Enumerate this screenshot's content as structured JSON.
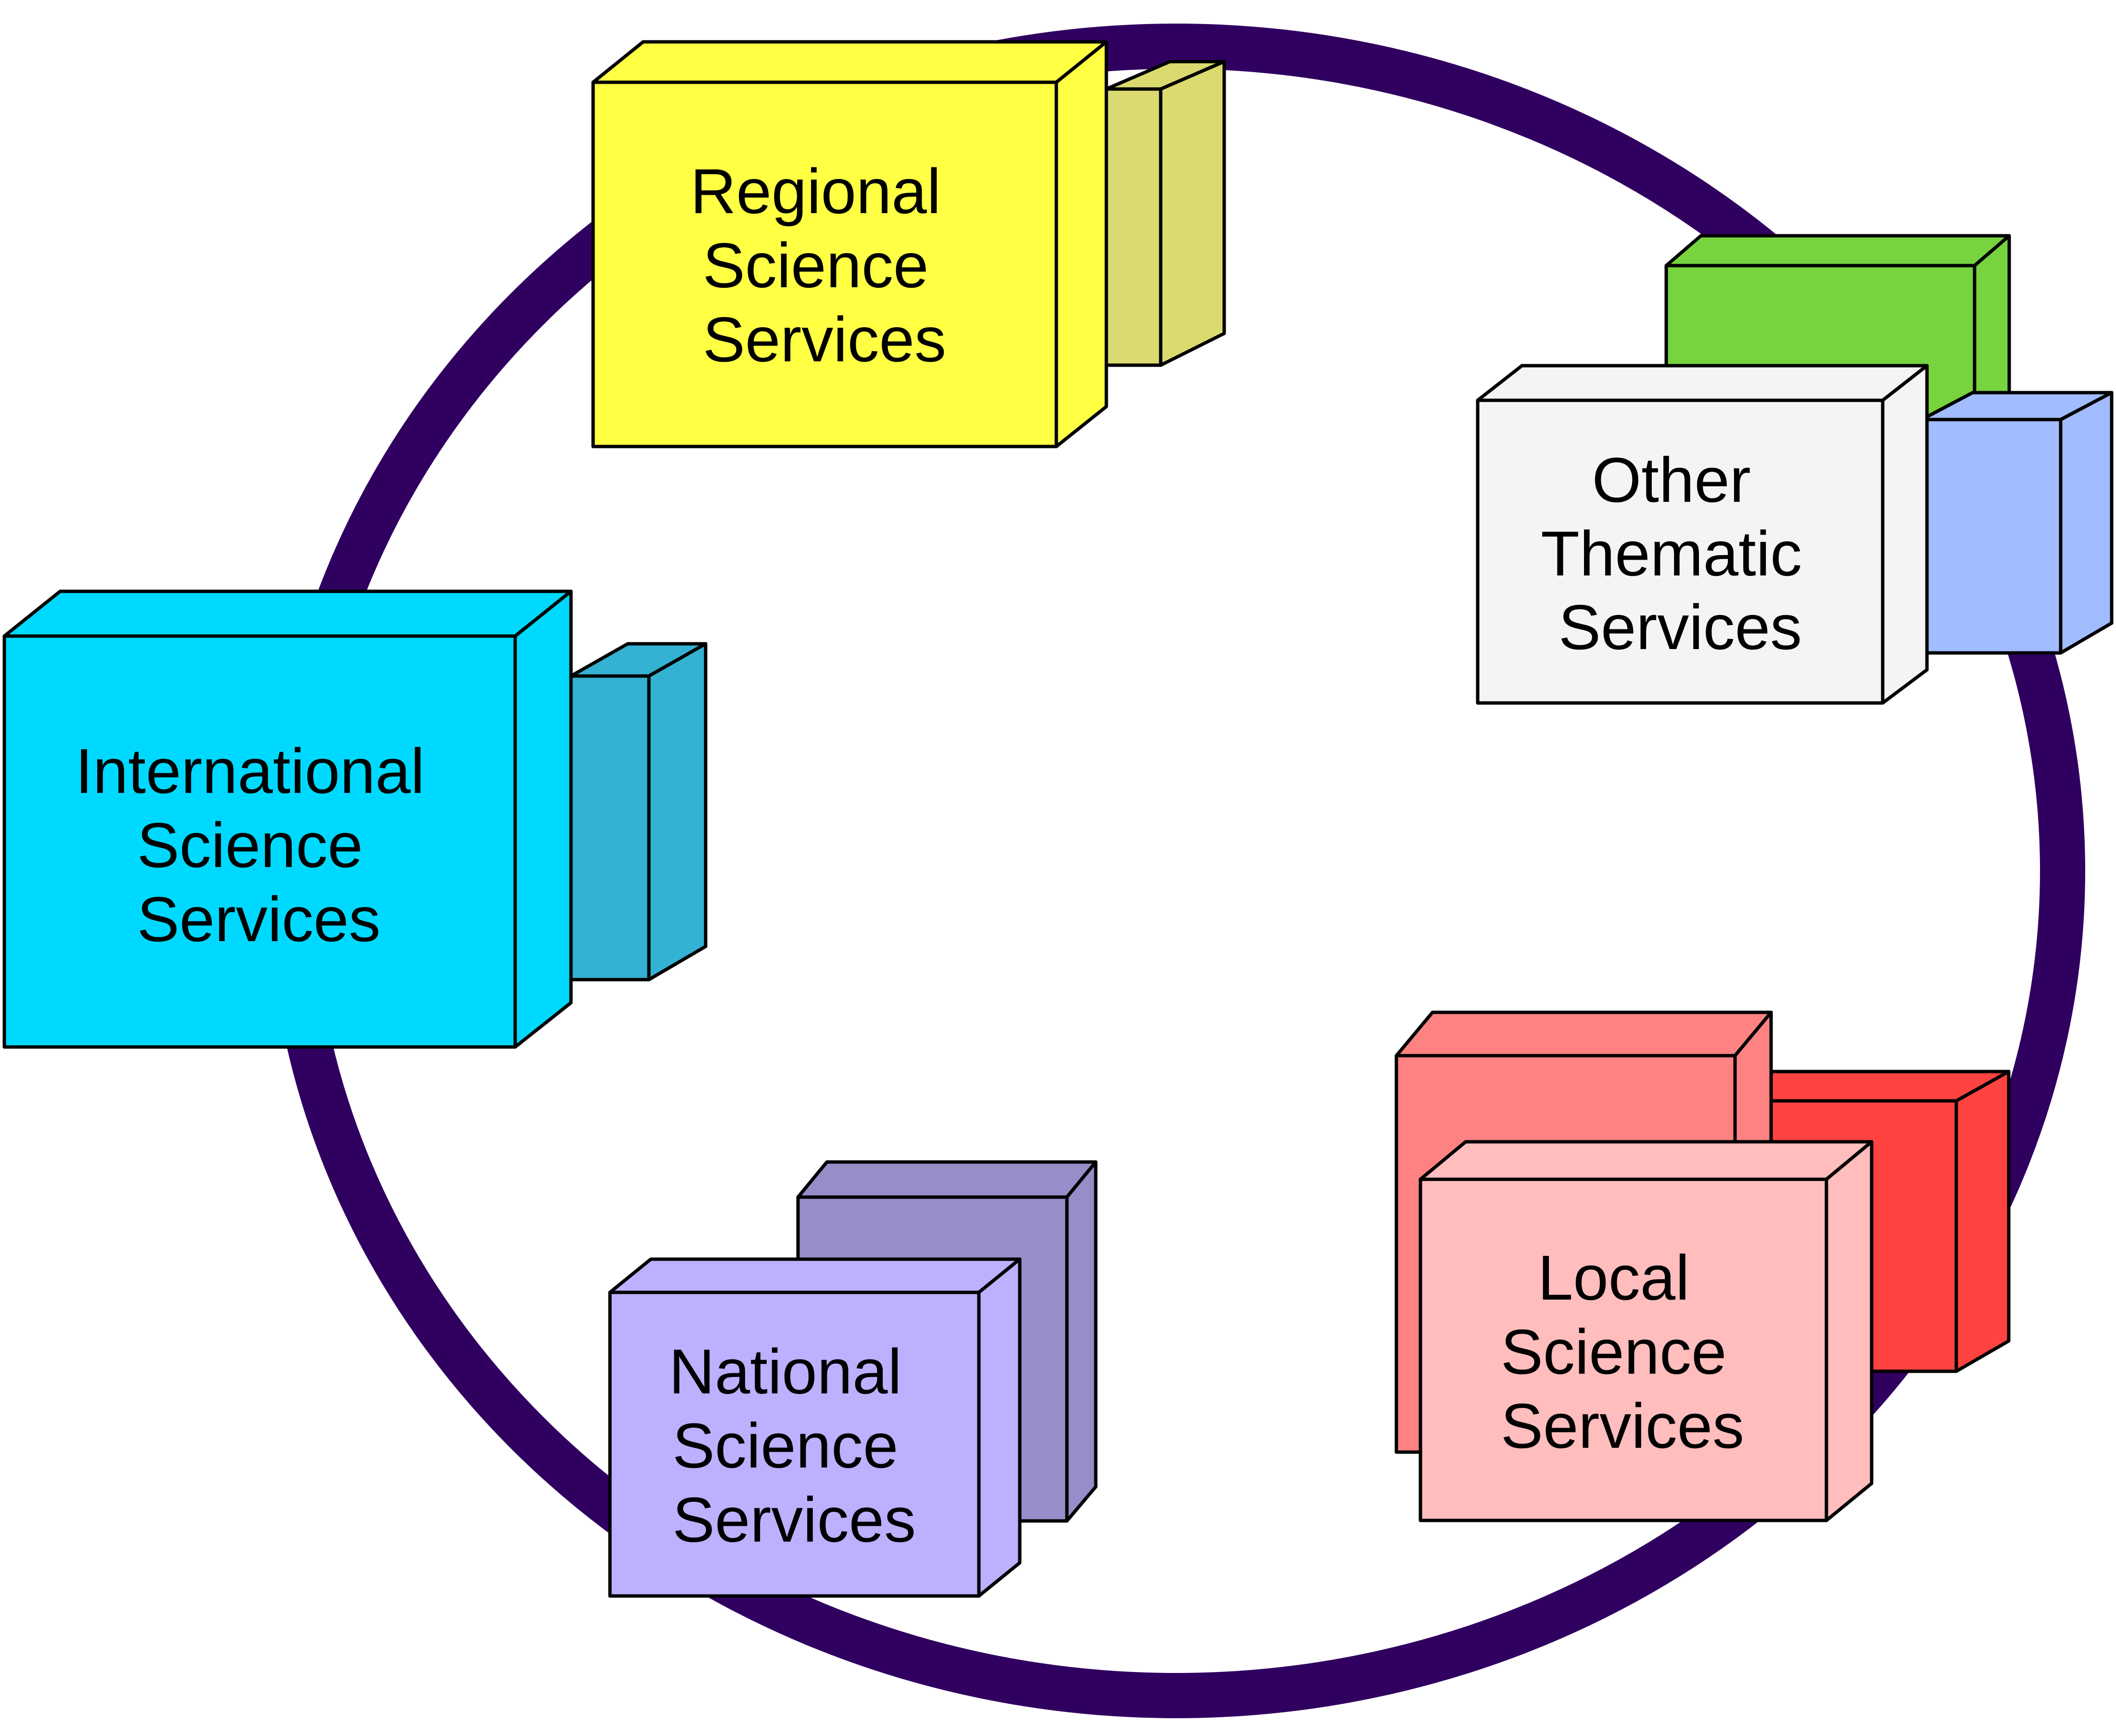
{
  "colors": {
    "ring": "#300060",
    "outline": "#000000",
    "regional": {
      "front": "#FFFF44",
      "top": "#FFFF44",
      "side": "#FFFF44",
      "back": "#DADA70"
    },
    "international": {
      "front": "#00D9FF",
      "top": "#00D9FF",
      "side": "#00D9FF",
      "back": "#33B2D3"
    },
    "other_thematic": {
      "front": "#F4F4F4",
      "top": "#F4F4F4",
      "side": "#F4F4F4",
      "back_green": "#77D43E",
      "back_blue": "#A1BCFF"
    },
    "national": {
      "front": "#BDB0FF",
      "top": "#BDB0FF",
      "side": "#BDB0FF",
      "back": "#978DC8"
    },
    "local": {
      "front": "#FFBDBD",
      "top": "#FFBDBD",
      "side": "#FFBDBD",
      "back_pink": "#FF8282",
      "back_red": "#FF4242"
    }
  },
  "boxes": {
    "regional": {
      "lines": [
        "Regional",
        "Science",
        "Services"
      ]
    },
    "international": {
      "lines": [
        "International",
        "Science",
        "Services"
      ]
    },
    "other_thematic": {
      "lines": [
        "Other",
        "Thematic",
        "Services"
      ]
    },
    "national": {
      "lines": [
        "National",
        "Science",
        "Services"
      ]
    },
    "local": {
      "lines": [
        "Local",
        "Science",
        "Services"
      ]
    }
  }
}
